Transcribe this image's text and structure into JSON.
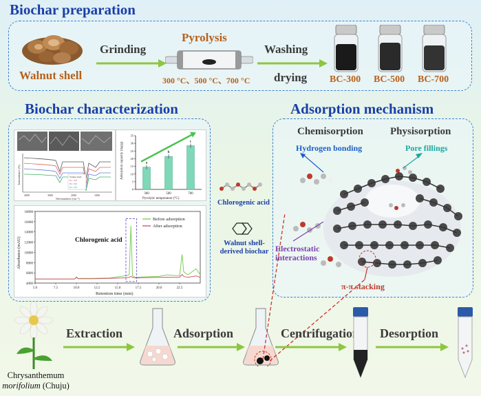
{
  "prep": {
    "title": "Biochar preparation",
    "walnut": "Walnut shell",
    "grinding": "Grinding",
    "pyrolysis": "Pyrolysis",
    "temps": "300 °C、500 °C、700 °C",
    "washing": "Washing",
    "drying": "drying",
    "vials": [
      "BC-300",
      "BC-500",
      "BC-700"
    ]
  },
  "charac": {
    "title": "Biochar characterization",
    "bar_ylabel": "Adsorption capacity (mg/g)",
    "bar_xlabel": "Pyrolytic temperature (°C)",
    "bar_letters": [
      "a",
      "b",
      "c"
    ],
    "ftir_xlabel": "Wavenumbers (cm⁻¹)",
    "ftir_ylabel": "Transmittance (%)",
    "ftir_xticks": [
      "4000",
      "3000",
      "2000",
      "1000"
    ],
    "ftir_legend": [
      "Walnut shell",
      "BC-300",
      "BC-500",
      "BC-700"
    ],
    "hplc_legend": [
      "Before adsorption",
      "After adsorption"
    ],
    "hplc_annotation": "Chlorogenic acid",
    "hplc_xlabel": "Retention time (min)",
    "hplc_ylabel": "Absorbance (mAU)"
  },
  "mech": {
    "title": "Adsorption mechanism",
    "chemi": "Chemisorption",
    "physi": "Physisorption",
    "hbond": "Hydrogen bonding",
    "pore": "Pore fillings",
    "electro": "Electrostatic interactions",
    "pipi": "π-π stacking",
    "cga": "Chlorogenic acid",
    "biochar": "Walnut shell-derived biochar"
  },
  "process": {
    "steps": [
      "Extraction",
      "Adsorption",
      "Centrifugation",
      "Desorption"
    ],
    "plant_line1": "Chrysanthemum",
    "plant_line2_italic": "morifolium",
    "plant_line2_rest": " (Chuju)"
  },
  "colors": {
    "header_blue": "#1a3fa8",
    "brown": "#b8601a",
    "arrow_green": "#8dc63f",
    "hbond_blue": "#1f5fc8",
    "pore_teal": "#1aa8a0",
    "electro_purple": "#7b3fb0",
    "pipi_red": "#c0392b"
  },
  "chart_data": [
    {
      "type": "bar",
      "categories": [
        "300",
        "500",
        "700"
      ],
      "values": [
        14.5,
        21.5,
        28.5
      ],
      "ylabel": "Adsorption capacity (mg/g)",
      "xlabel": "Pyrolytic temperature (°C)",
      "ylim": [
        0,
        35
      ],
      "yticks": [
        0,
        5,
        10,
        15,
        20,
        25,
        30,
        35
      ]
    },
    {
      "type": "line",
      "title": "",
      "xlabel": "Retention time (min)",
      "ylabel": "Absorbance (mAU)",
      "xlim": [
        5.0,
        25.0
      ],
      "ylim": [
        4000,
        18000
      ],
      "xticks": [
        "5.0",
        "7.5",
        "10.0",
        "12.5",
        "15.0",
        "17.5",
        "20.0",
        "22.5"
      ],
      "yticks": [
        "4000",
        "6000",
        "8000",
        "10000",
        "12000",
        "14000",
        "16000",
        "18000"
      ],
      "series": [
        {
          "name": "Before adsorption",
          "x": [
            5,
            9.8,
            10,
            10.2,
            12,
            14,
            15.5,
            16.4,
            16.6,
            16.8,
            17.2,
            18,
            20,
            21,
            22.5,
            22.8,
            23,
            23.5,
            24.5,
            25
          ],
          "y": [
            4800,
            4800,
            5200,
            4900,
            4900,
            5000,
            5300,
            5600,
            15200,
            5400,
            5100,
            5200,
            5300,
            5600,
            5400,
            9600,
            6200,
            5600,
            6800,
            5600
          ]
        },
        {
          "name": "After adsorption",
          "x": [
            5,
            9.8,
            10,
            10.2,
            12,
            14,
            15.5,
            16.4,
            16.6,
            16.8,
            17.2,
            18,
            20,
            21,
            22.5,
            22.8,
            23,
            23.5,
            24.5,
            25
          ],
          "y": [
            4800,
            4800,
            5100,
            4850,
            4850,
            4900,
            5000,
            5100,
            5300,
            5100,
            5000,
            5050,
            5100,
            5150,
            5100,
            5700,
            5300,
            5100,
            5400,
            5100
          ]
        }
      ]
    }
  ]
}
